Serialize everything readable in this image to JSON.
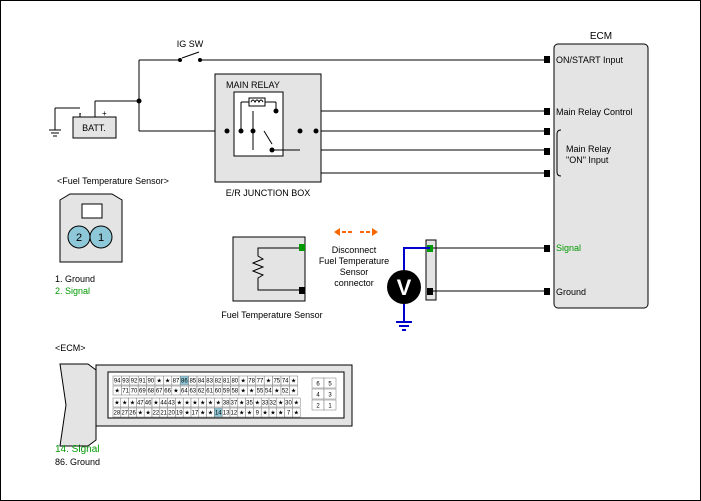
{
  "ecm": {
    "title": "ECM",
    "pins": {
      "on_start": "ON/START Input",
      "main_relay_control": "Main Relay Control",
      "main_relay_on_line1": "Main Relay",
      "main_relay_on_line2": "\"ON\" Input",
      "signal": "Signal",
      "ground": "Ground"
    }
  },
  "ig_sw": "IG SW",
  "battery": "BATT.",
  "main_relay": "MAIN RELAY",
  "junction_box": "E/R JUNCTION BOX",
  "fuel_sensor_connector": {
    "title": "<Fuel Temperature Sensor>",
    "pin2": "2",
    "pin1": "1",
    "legend_ground": "1. Ground",
    "legend_signal": "2. Signal"
  },
  "fuel_sensor_label": "Fuel Temperature Sensor",
  "disconnect_note": [
    "Disconnect",
    "Fuel Temperature",
    "Sensor",
    "connector"
  ],
  "voltmeter": "V",
  "ecm_connector": {
    "title": "<ECM>",
    "row1": [
      "94",
      "93",
      "92",
      "91",
      "90",
      "★",
      "★",
      "87",
      "86",
      "85",
      "84",
      "83",
      "82",
      "81",
      "80",
      "★",
      "78",
      "77",
      "★",
      "75",
      "74",
      "★"
    ],
    "row2": [
      "★",
      "71",
      "70",
      "69",
      "68",
      "67",
      "66",
      "★",
      "64",
      "63",
      "62",
      "61",
      "60",
      "59",
      "58",
      "★",
      "★",
      "55",
      "54",
      "★",
      "52",
      "★"
    ],
    "row3": [
      "★",
      "★",
      "★",
      "47",
      "46",
      "★",
      "44",
      "43",
      "★",
      "★",
      "★",
      "★",
      "★",
      "★",
      "38",
      "37",
      "★",
      "35",
      "★",
      "33",
      "32",
      "★",
      "30",
      "★"
    ],
    "row4": [
      "28",
      "27",
      "26",
      "★",
      "★",
      "22",
      "21",
      "20",
      "19",
      "★",
      "17",
      "★",
      "★",
      "14",
      "13",
      "12",
      "★",
      "★",
      "9",
      "★",
      "★",
      "★",
      "7",
      "★"
    ],
    "side_cells": [
      "6",
      "5",
      "4",
      "3",
      "2",
      "1"
    ],
    "legend_signal": "14. Signal",
    "legend_ground": "86. Ground"
  },
  "colors": {
    "wire": "#000000",
    "signal_text": "#009900",
    "blue_wire": "#0000cc",
    "arrow": "#ff6600",
    "panel": "#e4e4e4",
    "highlight": "#8ec8d8"
  }
}
